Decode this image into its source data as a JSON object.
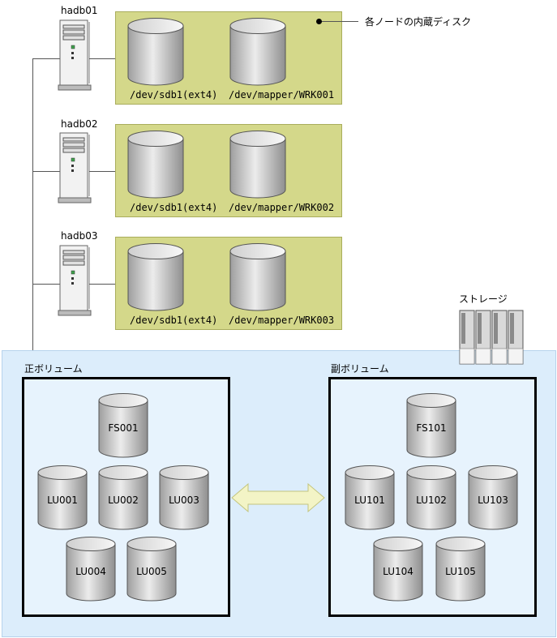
{
  "nodes": [
    {
      "name": "hadb01",
      "disk_os": "/dev/sdb1(ext4)",
      "disk_wrk": "/dev/mapper/WRK001"
    },
    {
      "name": "hadb02",
      "disk_os": "/dev/sdb1(ext4)",
      "disk_wrk": "/dev/mapper/WRK002"
    },
    {
      "name": "hadb03",
      "disk_os": "/dev/sdb1(ext4)",
      "disk_wrk": "/dev/mapper/WRK003"
    }
  ],
  "callout": "各ノードの内蔵ディスク",
  "storage_label": "ストレージ",
  "primary": {
    "title": "正ボリューム",
    "fs": "FS001",
    "lus": [
      "LU001",
      "LU002",
      "LU003",
      "LU004",
      "LU005"
    ]
  },
  "secondary": {
    "title": "副ボリューム",
    "fs": "FS101",
    "lus": [
      "LU101",
      "LU102",
      "LU103",
      "LU104",
      "LU105"
    ]
  },
  "colors": {
    "node_box": "#d4d88a",
    "storage_area": "#dcedfb",
    "arrow": "#f3f4c6"
  }
}
